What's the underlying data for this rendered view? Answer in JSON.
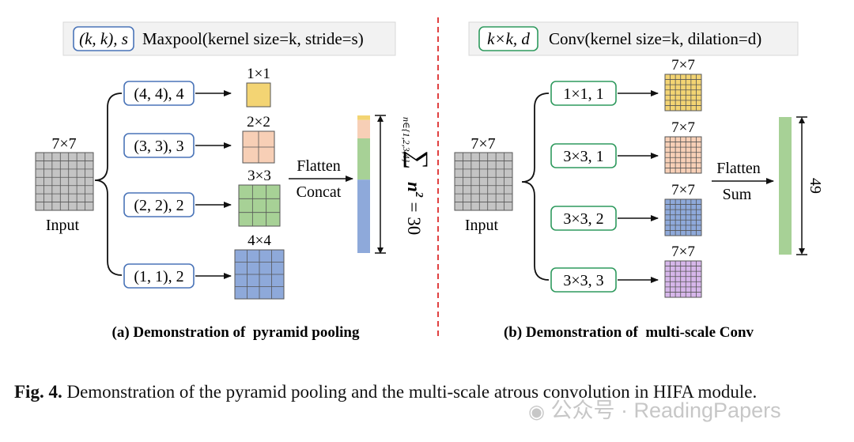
{
  "colors": {
    "blue_border": "#4a74b8",
    "green_border": "#2f9a5e",
    "divider": "#e04040",
    "yellow": "#f3d473",
    "peach": "#f7cfb6",
    "green": "#a7d196",
    "blue": "#8ea9da",
    "purple": "#d6b6ea",
    "gray": "#c4c4c4",
    "tall_bar": "#a7d196"
  },
  "left": {
    "legend_box": "(k, k), s",
    "legend_text": "Maxpool(kernel size=k, stride=s)",
    "input_size": "7×7",
    "input_label": "Input",
    "branches": [
      {
        "label": "(4, 4), 4",
        "out_size": "1×1",
        "color": "yellow",
        "n": 1
      },
      {
        "label": "(3, 3), 3",
        "out_size": "2×2",
        "color": "peach",
        "n": 2
      },
      {
        "label": "(2, 2), 2",
        "out_size": "3×3",
        "color": "green",
        "n": 3
      },
      {
        "label": "(1, 1), 2",
        "out_size": "4×4",
        "color": "blue",
        "n": 4
      }
    ],
    "op_top": "Flatten",
    "op_bottom": "Concat",
    "sum_index": "n∈{1,2,3,4}",
    "sum_value": "n",
    "sum_exp": "2",
    "sum_result": " = 30",
    "subcaption": "(a) Demonstration of  pyramid pooling"
  },
  "right": {
    "legend_box": "k×k, d",
    "legend_text": "Conv(kernel size=k, dilation=d)",
    "input_size": "7×7",
    "input_label": "Input",
    "branches": [
      {
        "label": "1×1, 1",
        "out_size": "7×7",
        "color": "yellow"
      },
      {
        "label": "3×3, 1",
        "out_size": "7×7",
        "color": "peach"
      },
      {
        "label": "3×3, 2",
        "out_size": "7×7",
        "color": "blue"
      },
      {
        "label": "3×3, 3",
        "out_size": "7×7",
        "color": "purple"
      }
    ],
    "op_top": "Flatten",
    "op_bottom": "Sum",
    "length_label": "49",
    "subcaption": "(b) Demonstration of  multi-scale Conv"
  },
  "caption": {
    "label": "Fig. 4.",
    "text": "Demonstration of the pyramid pooling and the multi-scale atrous convolution in HIFA module."
  },
  "watermark": {
    "text": "公众号 · ReadingPapers"
  }
}
